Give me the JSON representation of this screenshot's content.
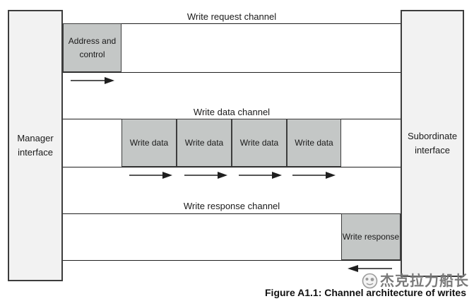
{
  "figure": {
    "caption": "Figure A1.1: Channel architecture of writes"
  },
  "interfaces": {
    "manager_label": "Manager interface",
    "subordinate_label": "Subordinate interface"
  },
  "channels": {
    "request": {
      "label": "Write request channel",
      "box_label": "Address and control",
      "direction": "right"
    },
    "data": {
      "label": "Write data channel",
      "box_labels": [
        "Write data",
        "Write data",
        "Write data",
        "Write data"
      ],
      "direction": "right"
    },
    "response": {
      "label": "Write response channel",
      "box_label": "Write response",
      "direction": "left"
    }
  },
  "watermark": {
    "text": "杰克拉力船长",
    "icon": "watermark-logo-icon"
  },
  "colors": {
    "payload_box_fill": "#c4c7c6",
    "interface_box_fill": "#f2f2f2",
    "line": "#1f1f1f",
    "text": "#1a1a1a"
  }
}
